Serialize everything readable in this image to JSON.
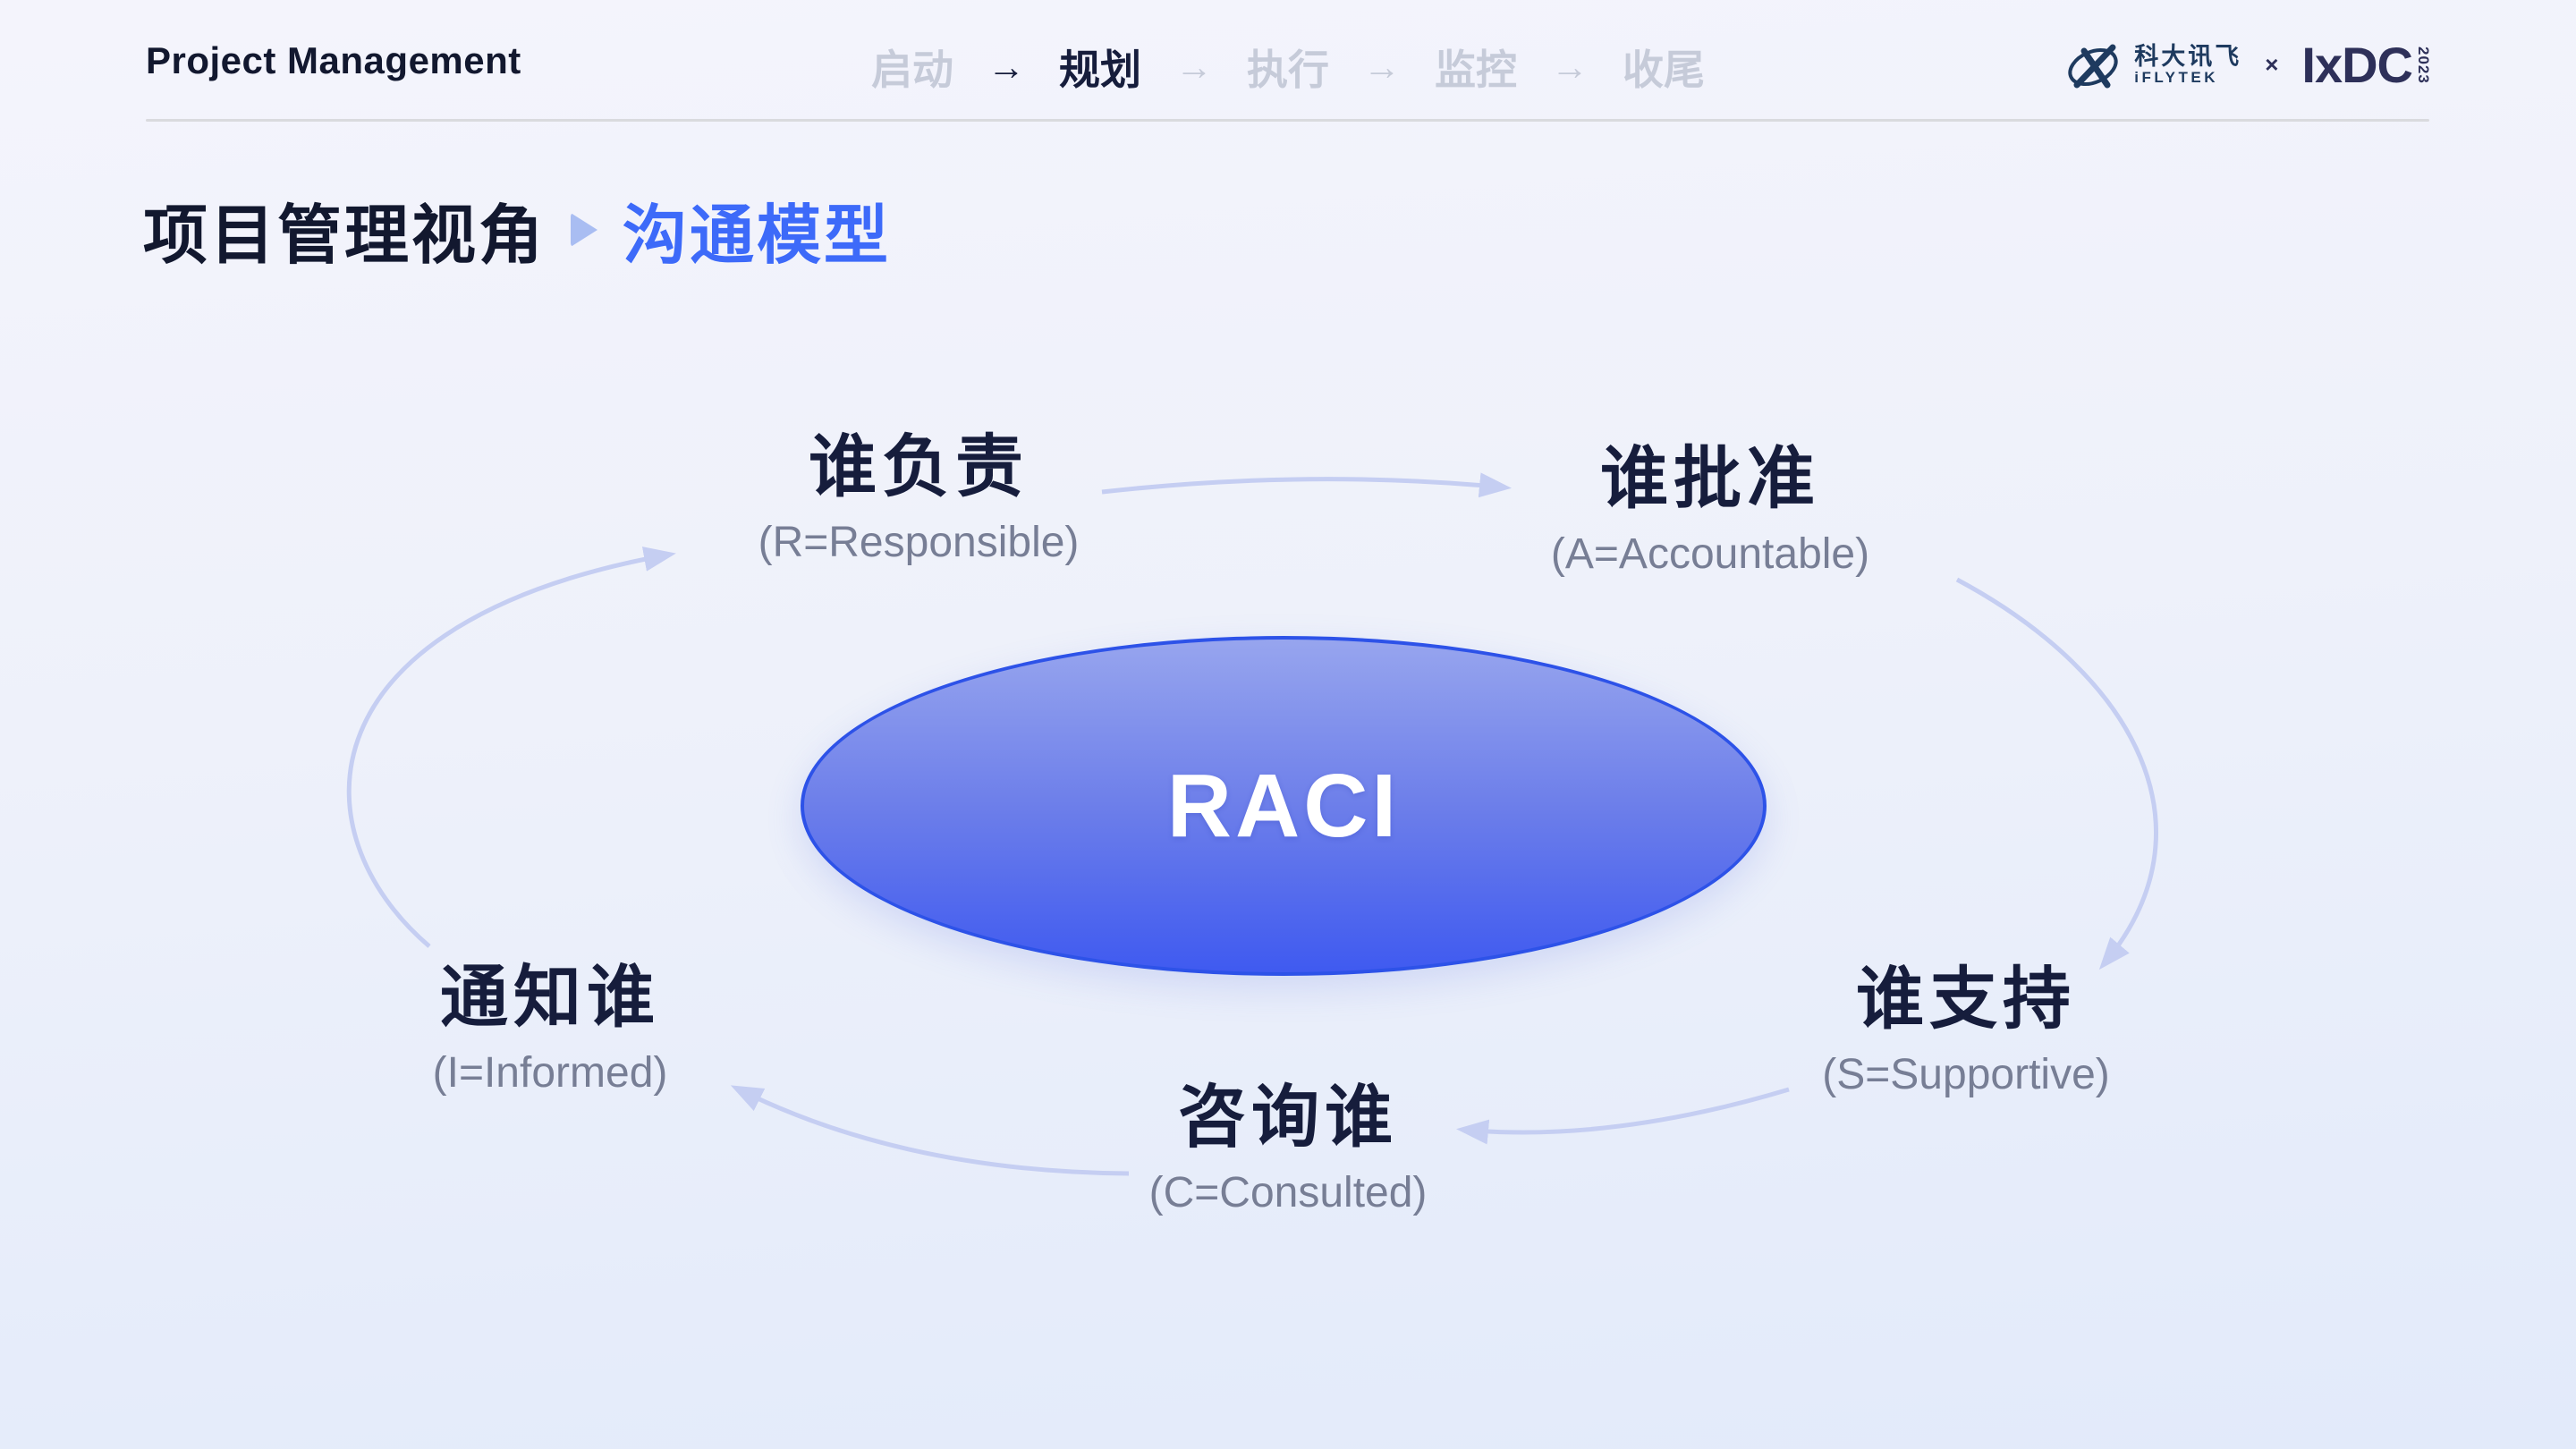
{
  "header": {
    "app_title": "Project Management",
    "nav": {
      "arrow_glyph": "→",
      "items": [
        {
          "label": "启动",
          "active": false
        },
        {
          "label": "规划",
          "active": true
        },
        {
          "label": "执行",
          "active": false
        },
        {
          "label": "监控",
          "active": false
        },
        {
          "label": "收尾",
          "active": false
        }
      ]
    },
    "logos": {
      "iflytek_cn": "科大讯飞",
      "iflytek_en": "iFLYTEK",
      "separator": "×",
      "ixdc": "IxDC",
      "year": "2023"
    }
  },
  "section": {
    "title_left": "项目管理视角",
    "title_right": "沟通模型"
  },
  "diagram": {
    "center_label": "RACI",
    "nodes": [
      {
        "id": "responsible",
        "zh": "谁负责",
        "en": "(R=Responsible)"
      },
      {
        "id": "accountable",
        "zh": "谁批准",
        "en": "(A=Accountable)"
      },
      {
        "id": "supportive",
        "zh": "谁支持",
        "en": "(S=Supportive)"
      },
      {
        "id": "consulted",
        "zh": "咨询谁",
        "en": "(C=Consulted)"
      },
      {
        "id": "informed",
        "zh": "通知谁",
        "en": "(I=Informed)"
      }
    ],
    "colors": {
      "ellipse_top": "#97a5ee",
      "ellipse_bottom": "#3f5af0",
      "ellipse_border": "#2d52e8",
      "arrow": "#c5cef2",
      "accent_blue": "#3d6af9",
      "dark_navy": "#161d3c",
      "secondary_gray": "#777e95",
      "inactive_gray": "#c6cbd9"
    }
  }
}
